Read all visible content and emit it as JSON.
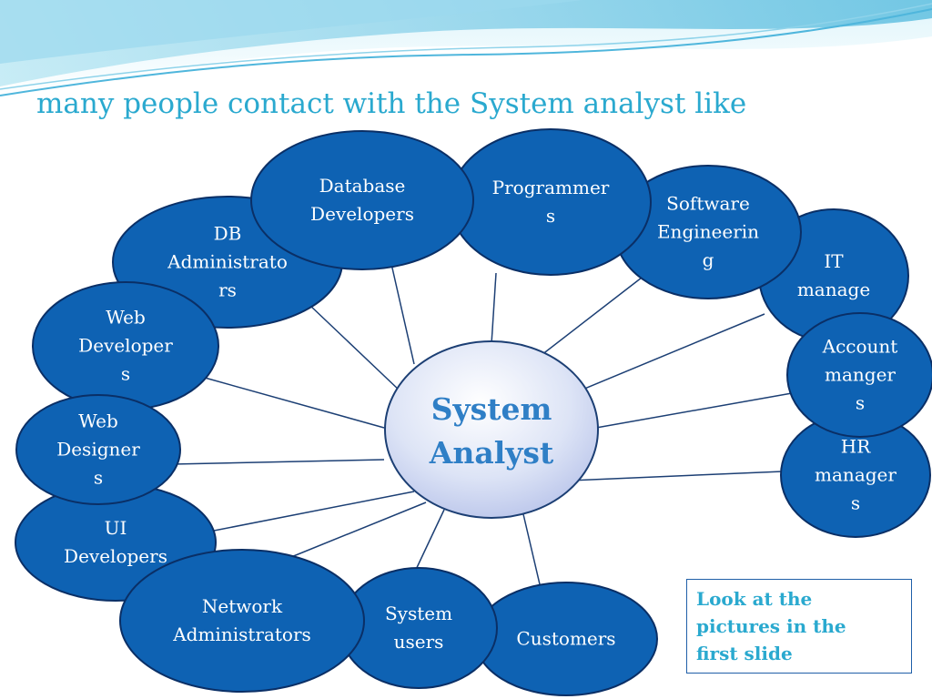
{
  "slide": {
    "title": "many  people contact with the System analyst like"
  },
  "center": {
    "label": "System\nAnalyst"
  },
  "nodes": [
    {
      "name": "node-it-manager",
      "label": "IT\nmanage"
    },
    {
      "name": "node-hr-managers",
      "label": "HR\nmanager\ns"
    },
    {
      "name": "node-account-managers",
      "label": "Account\nmanger\ns"
    },
    {
      "name": "node-software-engineering",
      "label": "Software\nEngineerin\ng"
    },
    {
      "name": "node-db-administrators",
      "label": "DB\nAdministrato\nrs"
    },
    {
      "name": "node-web-developers",
      "label": "Web\nDeveloper\ns"
    },
    {
      "name": "node-ui-developers",
      "label": "UI\nDevelopers"
    },
    {
      "name": "node-web-designers",
      "label": "Web\nDesigner\ns"
    },
    {
      "name": "node-programmers",
      "label": "Programmer\ns"
    },
    {
      "name": "node-database-developers",
      "label": "Database\nDevelopers"
    },
    {
      "name": "node-customers",
      "label": "Customers"
    },
    {
      "name": "node-system-users",
      "label": "System\nusers"
    },
    {
      "name": "node-network-administrators",
      "label": "Network\nAdministrators"
    }
  ],
  "note": {
    "text": "Look at the\npictures in the\nfirst slide"
  },
  "colors": {
    "node_fill": "#0e62b3",
    "node_stroke": "#0a2f66",
    "title": "#2aa9cf",
    "center_text": "#2f7fc6"
  }
}
